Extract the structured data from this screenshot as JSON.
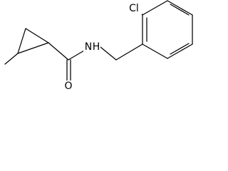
{
  "structure": {
    "atoms": {
      "chlorine": "Cl",
      "amide_nitrogen": "N",
      "amide_hydrogen": "H",
      "carbonyl_oxygen": "O"
    }
  }
}
